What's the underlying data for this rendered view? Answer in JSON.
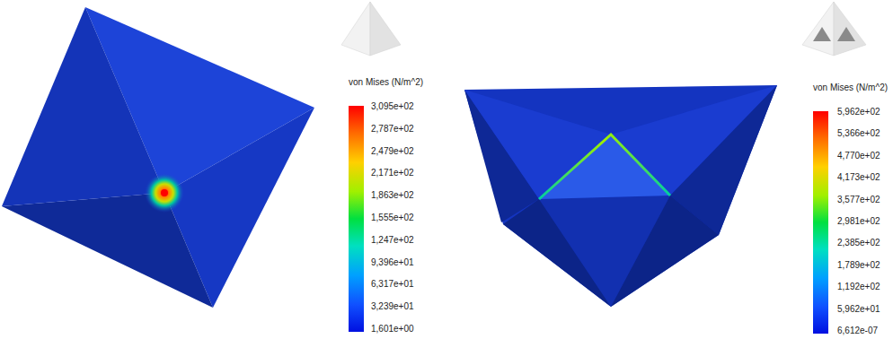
{
  "diagram": {
    "labels": [
      "von Mises (N/m^2)",
      "3,095e+02",
      "2,787e+02",
      "2,479e+02",
      "2,171e+02",
      "1,863e+02",
      "1,555e+02",
      "1,247e+02",
      "9,396e+01",
      "6,317e+01",
      "3,239e+01",
      "1,601e+00",
      "von Mises (N/m^2)",
      "5,962e+02",
      "5,366e+02",
      "4,770e+02",
      "4,173e+02",
      "3,577e+02",
      "2,981e+02",
      "2,385e+02",
      "1,789e+02",
      "1,192e+02",
      "5,962e+01",
      "6,612e-07"
    ]
  }
}
